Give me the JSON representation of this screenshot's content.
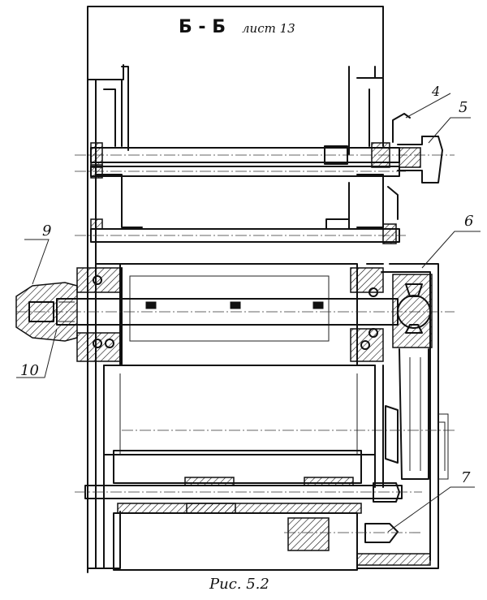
{
  "header": {
    "section": "Б - Б",
    "sheet": "лист 13"
  },
  "callouts": [
    {
      "id": "label-4",
      "text": "4"
    },
    {
      "id": "label-5",
      "text": "5"
    },
    {
      "id": "label-6",
      "text": "6"
    },
    {
      "id": "label-7",
      "text": "7"
    },
    {
      "id": "label-9",
      "text": "9"
    },
    {
      "id": "label-10",
      "text": "10"
    }
  ],
  "caption": "Рис. 5.2"
}
